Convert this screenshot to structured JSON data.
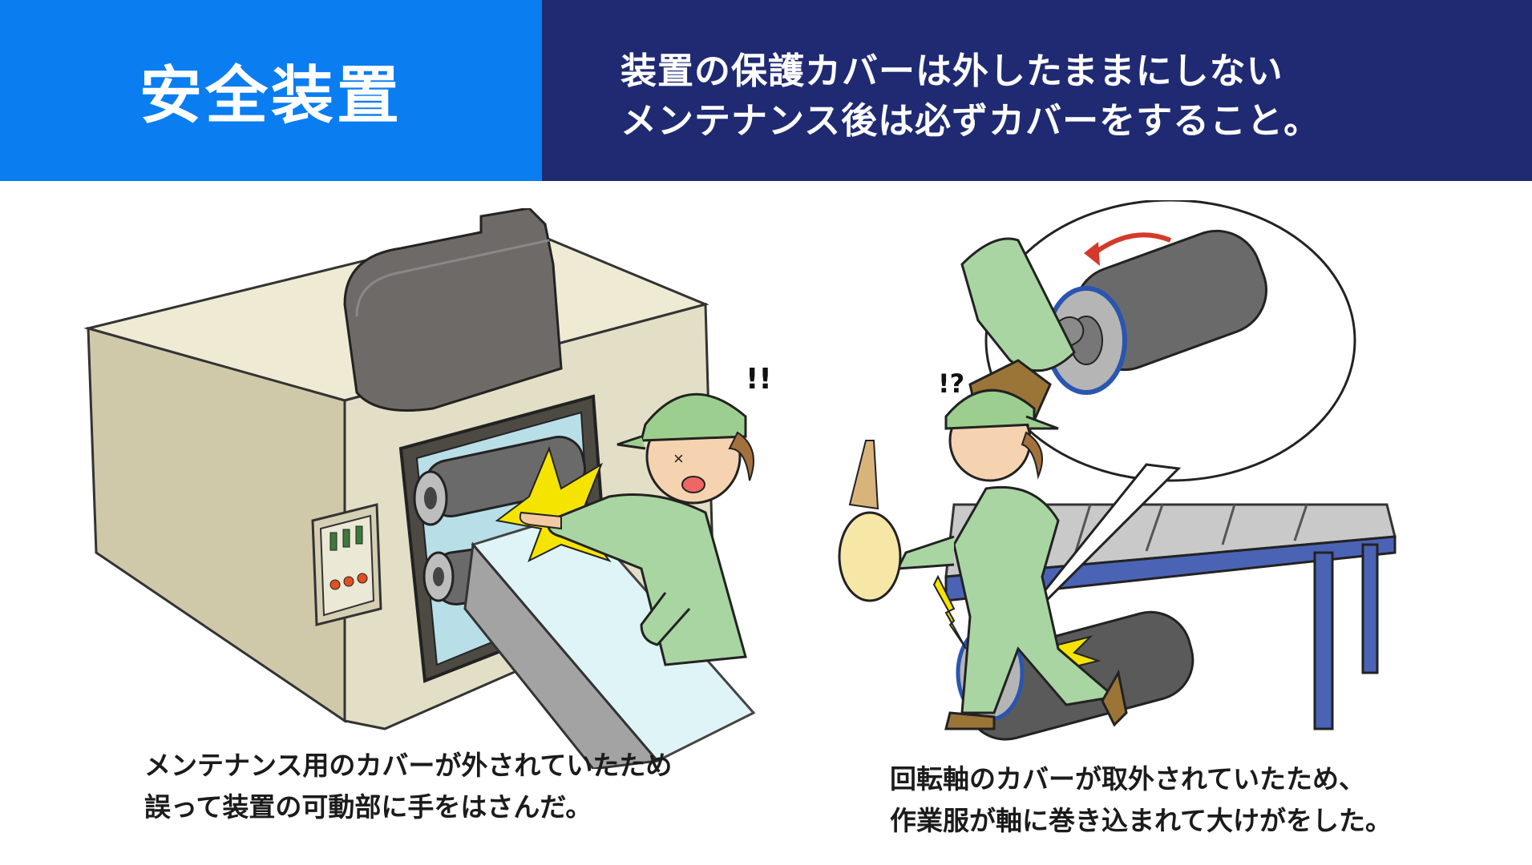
{
  "header": {
    "title": "安全装置",
    "line1": "装置の保護カバーは外したままにしない",
    "line2": "メンテナンス後は必ずカバーをすること。"
  },
  "left_scene": {
    "exclamation": "!!",
    "caption_line1": "メンテナンス用のカバーが外されていたため",
    "caption_line2": "誤って装置の可動部に手をはさんだ。"
  },
  "right_scene": {
    "exclamation": "!?",
    "caption_line1": "回転軸のカバーが取外されていたため、",
    "caption_line2": "作業服が軸に巻き込まれて大けがをした。"
  },
  "colors": {
    "header_left": "#0a7df0",
    "header_right": "#1f2a73",
    "machine_body": "#e3dfc6",
    "worker_uniform": "#a8d5a2",
    "conveyor_frame": "#4a63b5",
    "spark": "#f5e400"
  }
}
